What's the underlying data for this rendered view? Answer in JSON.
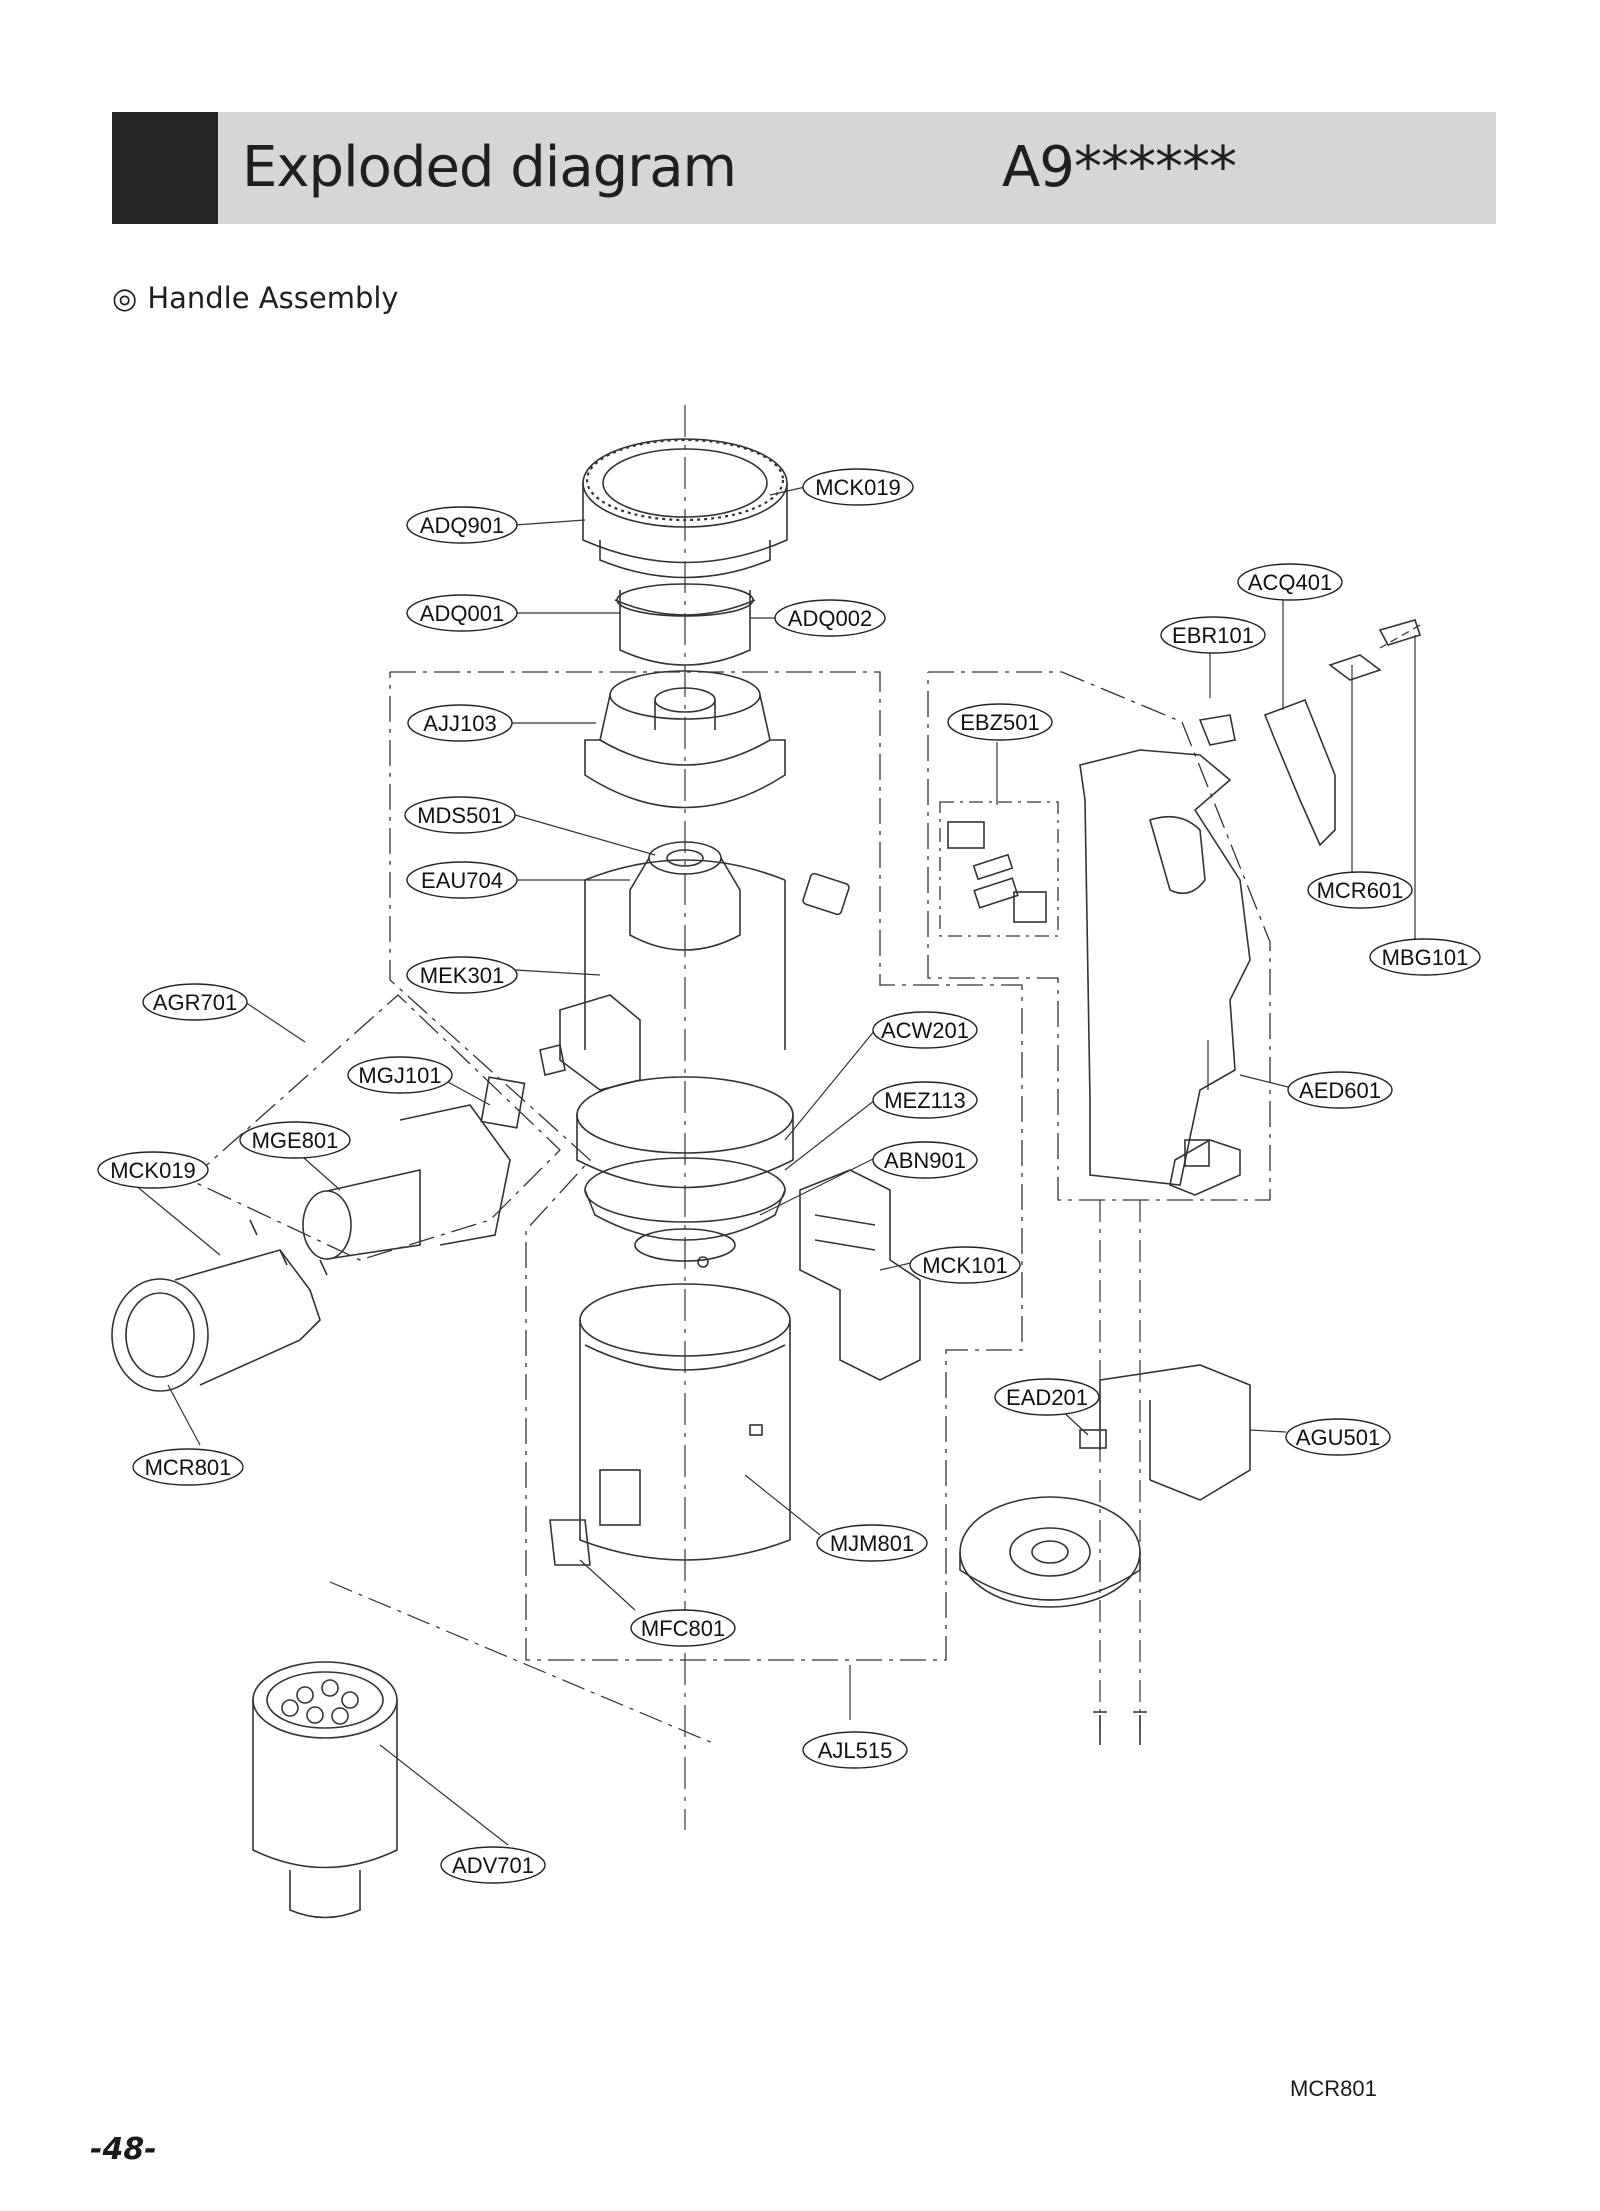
{
  "header": {
    "title": "Exploded diagram",
    "model": "A9******"
  },
  "section": {
    "bullet": "◎",
    "heading": "Handle Assembly"
  },
  "callouts": {
    "mck019_top": "MCK019",
    "adq901": "ADQ901",
    "adq001": "ADQ001",
    "adq002": "ADQ002",
    "ajj103": "AJJ103",
    "mds501": "MDS501",
    "eau704": "EAU704",
    "mek301": "MEK301",
    "agr701": "AGR701",
    "mgj101": "MGJ101",
    "mge801": "MGE801",
    "mck019_left": "MCK019",
    "mcr801_left": "MCR801",
    "acw201": "ACW201",
    "mez113": "MEZ113",
    "abn901": "ABN901",
    "mck101": "MCK101",
    "ead201": "EAD201",
    "agu501": "AGU501",
    "mjm801": "MJM801",
    "mfc801": "MFC801",
    "ajl515": "AJL515",
    "adv701": "ADV701",
    "acq401": "ACQ401",
    "ebr101": "EBR101",
    "ebz501": "EBZ501",
    "mcr601": "MCR601",
    "mbg101": "MBG101",
    "aed601": "AED601"
  },
  "footer": {
    "code": "MCR801",
    "page_number": "-48-"
  }
}
